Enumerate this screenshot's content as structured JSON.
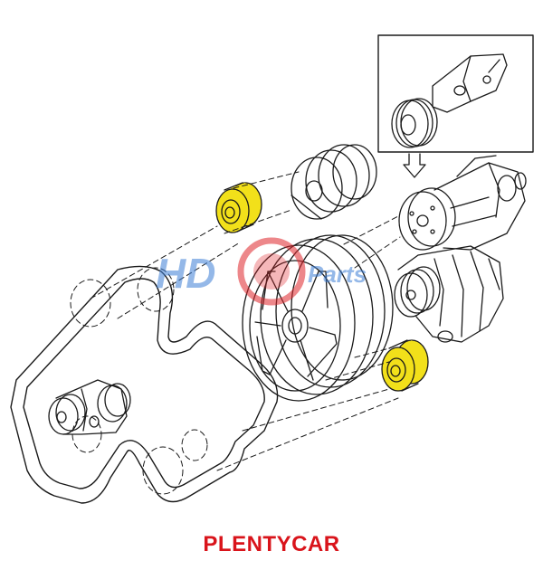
{
  "caption": "PLENTYCAR",
  "watermark": {
    "brand_left": "HD",
    "brand_right": "Parts"
  },
  "colors": {
    "line": "#1a1a1a",
    "highlight_fill": "#f2e01a",
    "caption": "#d9141b",
    "watermark_blue": "#3d7fd6",
    "watermark_red": "#e0262b"
  },
  "highlighted_parts": [
    "tensioner-pulley-upper",
    "idler-pulley-lower"
  ]
}
